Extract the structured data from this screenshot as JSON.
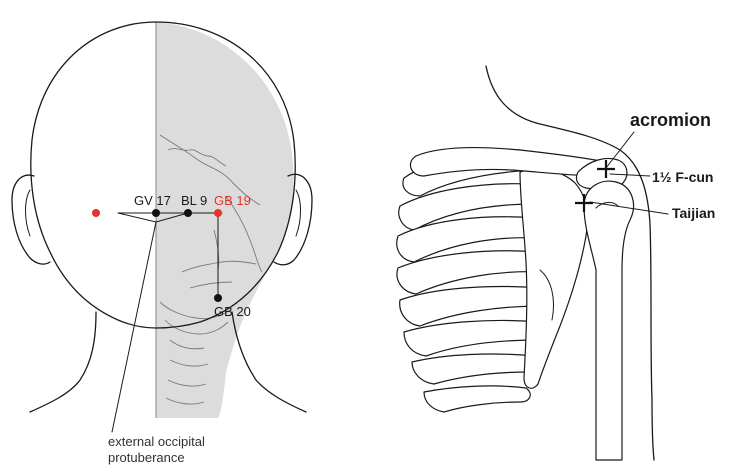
{
  "head_figure": {
    "points": [
      {
        "id": "gv17",
        "label": "GV 17",
        "color": "#111111"
      },
      {
        "id": "bl9",
        "label": "BL 9",
        "color": "#111111"
      },
      {
        "id": "gb19",
        "label": "GB 19",
        "color": "#e8322c"
      },
      {
        "id": "gb20",
        "label": "GB 20",
        "color": "#111111"
      }
    ],
    "note_line1": "external occipital",
    "note_line2": "protuberance"
  },
  "shoulder_figure": {
    "label_acromion": "acromion",
    "label_distance": "1½ F-cun",
    "label_point": "Taijian"
  },
  "colors": {
    "ink": "#1a1a1a",
    "accent_red": "#e8322c",
    "skull_fill": "#dcdcdc"
  }
}
